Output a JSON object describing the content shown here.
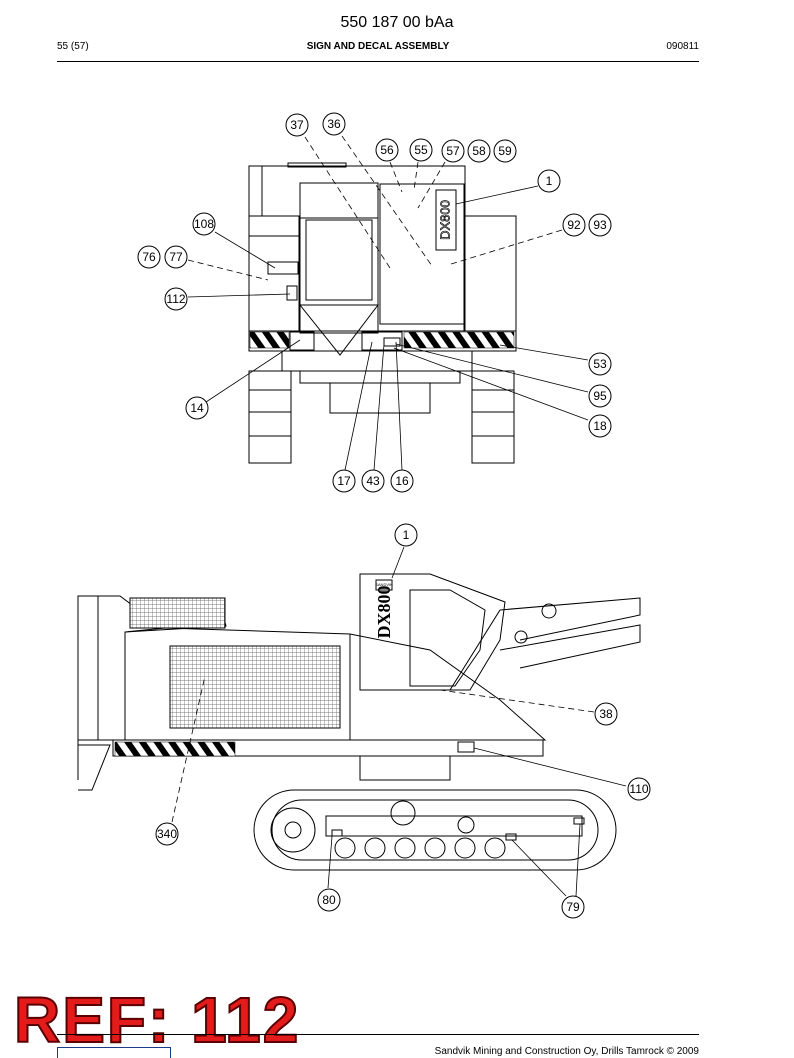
{
  "header": {
    "doc_number": "550 187 00 bAa",
    "page": "55 (57)",
    "section": "SIGN AND DECAL ASSEMBLY",
    "date": "090811"
  },
  "drawing": {
    "top_view": {
      "callouts": [
        "37",
        "36",
        "56",
        "55",
        "57",
        "58",
        "59",
        "1",
        "108",
        "92",
        "93",
        "76",
        "77",
        "112",
        "53",
        "95",
        "14",
        "18",
        "17",
        "43",
        "16"
      ],
      "machine_label": "DX800"
    },
    "side_view": {
      "callouts": [
        "1",
        "38",
        "110",
        "340",
        "80",
        "79"
      ],
      "machine_label": "DX800",
      "small_tag": "SANDVIK"
    }
  },
  "stamp": {
    "text": "REF: 112"
  },
  "footer": {
    "copyright": "Sandvik Mining and Construction Oy, Drills Tamrock © 2009"
  }
}
